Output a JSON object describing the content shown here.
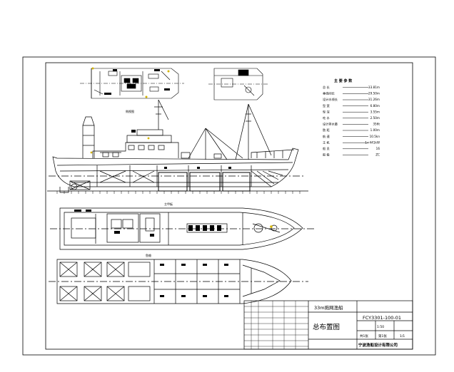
{
  "drawing": {
    "main_particulars": {
      "heading": "主 要 参 数",
      "rows": [
        {
          "label": "总 长",
          "value": "33.81m"
        },
        {
          "label": "垂线间长",
          "value": "29.50m"
        },
        {
          "label": "设计水线长",
          "value": "31.26m"
        },
        {
          "label": "型 宽",
          "value": "6.80m"
        },
        {
          "label": "型 深",
          "value": "3.55m"
        },
        {
          "label": "吃 水",
          "value": "2.50m"
        },
        {
          "label": "设计排水量",
          "value": "356t"
        },
        {
          "label": "肋 距",
          "value": "1.00m"
        },
        {
          "label": "航 速",
          "value": "10.5kn"
        },
        {
          "label": "主 机",
          "value": "1×441kW"
        },
        {
          "label": "船 员",
          "value": "16"
        },
        {
          "label": "船 级",
          "value": "ZC"
        }
      ]
    },
    "title_block": {
      "vessel": "33m拖网渔船",
      "drawing_name": "总布置图",
      "drawing_no": "FCY3301-100-01",
      "company": "宁波渔船设计有限公司",
      "scale": "1:50",
      "sheet": "共1张",
      "sheet_no": "第1张",
      "mark_small": "1/1"
    },
    "view_labels": {
      "profile": "侧视图",
      "main_deck": "主甲板",
      "hold": "鱼舱"
    }
  }
}
